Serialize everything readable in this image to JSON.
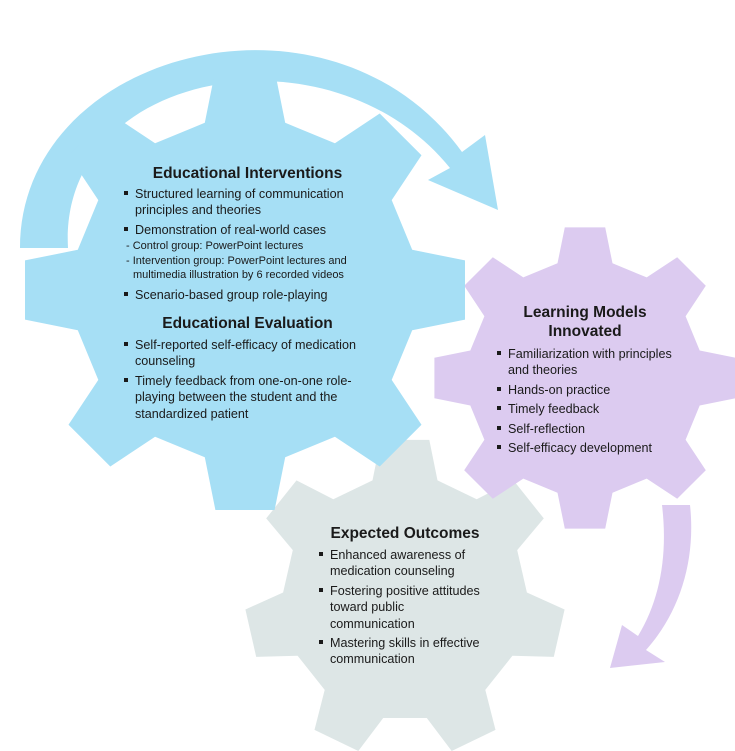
{
  "colors": {
    "blue_gear": "#a6dff5",
    "purple_gear": "#dccbf0",
    "gray_gear": "#dde6e6",
    "top_arrow": "#a6dff5",
    "right_arrow": "#dccbf0"
  },
  "gear_interventions": {
    "title": "Educational Interventions",
    "items": [
      "Structured learning of communication principles and theories",
      "Demonstration of real-world cases",
      "Scenario-based group role-playing"
    ],
    "subitems": [
      "- Control group: PowerPoint lectures",
      "- Intervention group: PowerPoint lectures and multimedia illustration by 6 recorded videos"
    ],
    "evaluation_title": "Educational Evaluation",
    "evaluation_items": [
      "Self-reported self-efficacy of medication counseling",
      "Timely feedback from one-on-one role-playing between the student and the standardized patient"
    ]
  },
  "gear_learning": {
    "title": "Learning Models Innovated",
    "items": [
      "Familiarization with principles and theories",
      "Hands-on practice",
      "Timely feedback",
      "Self-reflection",
      "Self-efficacy development"
    ]
  },
  "gear_outcomes": {
    "title": "Expected Outcomes",
    "items": [
      "Enhanced awareness of medication counseling",
      "Fostering positive attitudes toward public communication",
      "Mastering skills in effective communication"
    ]
  }
}
